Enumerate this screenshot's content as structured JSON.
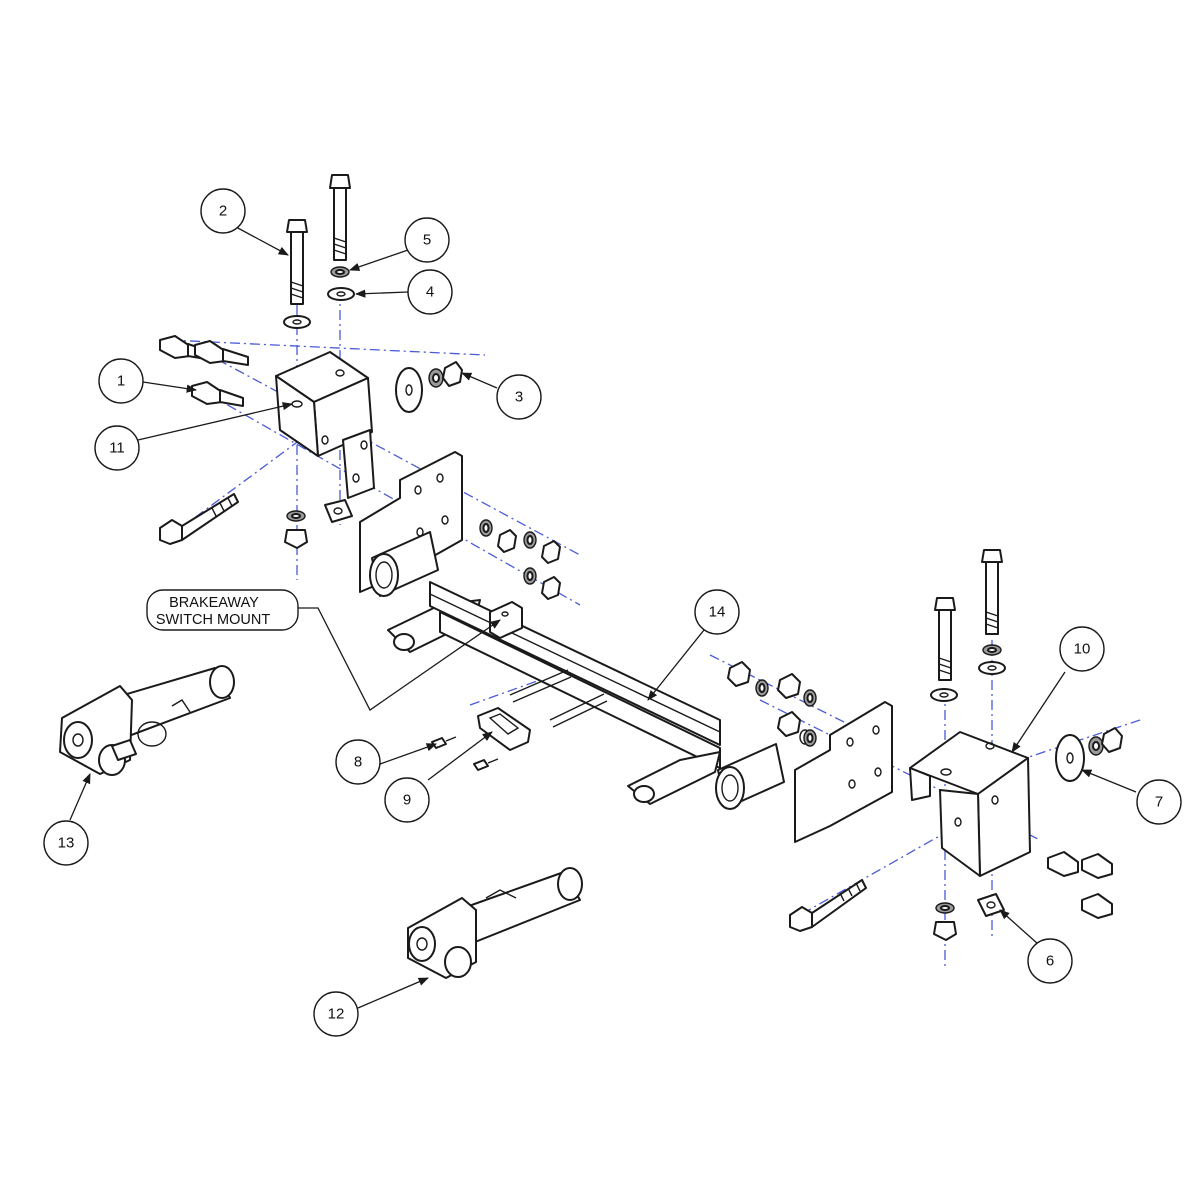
{
  "callouts": [
    {
      "id": "c1",
      "text": "1"
    },
    {
      "id": "c2",
      "text": "2"
    },
    {
      "id": "c3",
      "text": "3"
    },
    {
      "id": "c4",
      "text": "4"
    },
    {
      "id": "c5",
      "text": "5"
    },
    {
      "id": "c6",
      "text": "6"
    },
    {
      "id": "c7",
      "text": "7"
    },
    {
      "id": "c8",
      "text": "8"
    },
    {
      "id": "c9",
      "text": "9"
    },
    {
      "id": "c10",
      "text": "10"
    },
    {
      "id": "c11",
      "text": "11"
    },
    {
      "id": "c12",
      "text": "12"
    },
    {
      "id": "c13",
      "text": "13"
    },
    {
      "id": "c14",
      "text": "14"
    }
  ],
  "label": {
    "line1": "BRAKEAWAY",
    "line2": "SWITCH MOUNT"
  },
  "colors": {
    "centerline": "#4a5bd6",
    "linework": "#1a1a1a"
  }
}
